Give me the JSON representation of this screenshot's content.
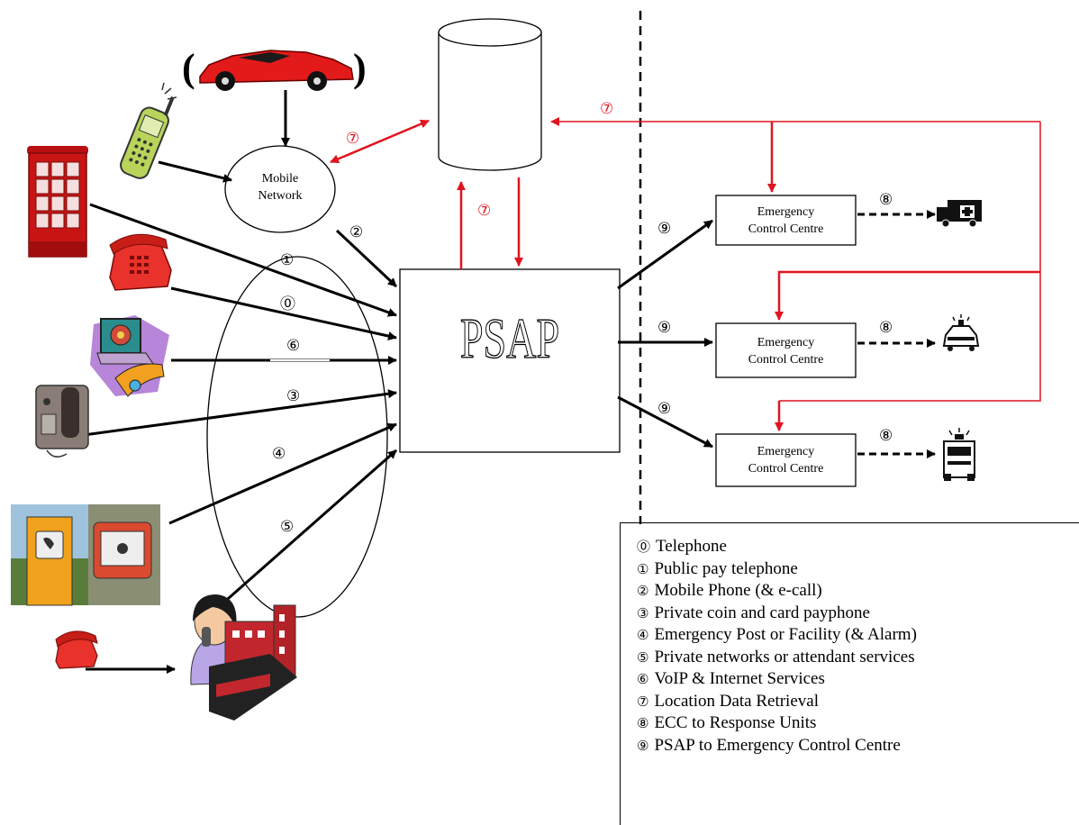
{
  "nodes": {
    "mobile_network": [
      "Mobile",
      "Network"
    ],
    "psap": "PSAP",
    "ecc": [
      "Emergency",
      "Control Centre"
    ]
  },
  "markers": {
    "m0": "⓪",
    "m1": "①",
    "m2": "②",
    "m3": "③",
    "m4": "④",
    "m5": "⑤",
    "m6": "⑥",
    "m7": "⑦",
    "m8": "⑧",
    "m9": "⑨"
  },
  "car_parens": [
    "(",
    ")"
  ],
  "legend": [
    {
      "marker": "⓪",
      "text": "Telephone"
    },
    {
      "marker": "①",
      "text": "Public pay telephone"
    },
    {
      "marker": "②",
      "text": "Mobile Phone (& e-call)"
    },
    {
      "marker": "③",
      "text": "Private coin and card payphone"
    },
    {
      "marker": "④",
      "text": "Emergency Post or Facility (& Alarm)"
    },
    {
      "marker": "⑤",
      "text": "Private networks or attendant services"
    },
    {
      "marker": "⑥",
      "text": "VoIP & Internet Services"
    },
    {
      "marker": "⑦",
      "text": "Location Data Retrieval"
    },
    {
      "marker": "⑧",
      "text": "ECC to Response Units"
    },
    {
      "marker": "⑨",
      "text": "PSAP to Emergency Control Centre"
    }
  ],
  "colors": {
    "black_flow": "#000000",
    "red_flow": "#e0141e",
    "phone_red": "#e8322b",
    "car_red": "#e21a1a"
  },
  "icons": [
    "car-icon",
    "mobile-phone-icon",
    "phone-booth-icon",
    "telephone-icon",
    "computer-voip-icon",
    "coin-payphone-icon",
    "emergency-post-icon",
    "alarm-button-icon",
    "attendant-operator-icon",
    "building-icon",
    "ambulance-icon",
    "police-car-icon",
    "fire-truck-icon",
    "database-icon"
  ]
}
